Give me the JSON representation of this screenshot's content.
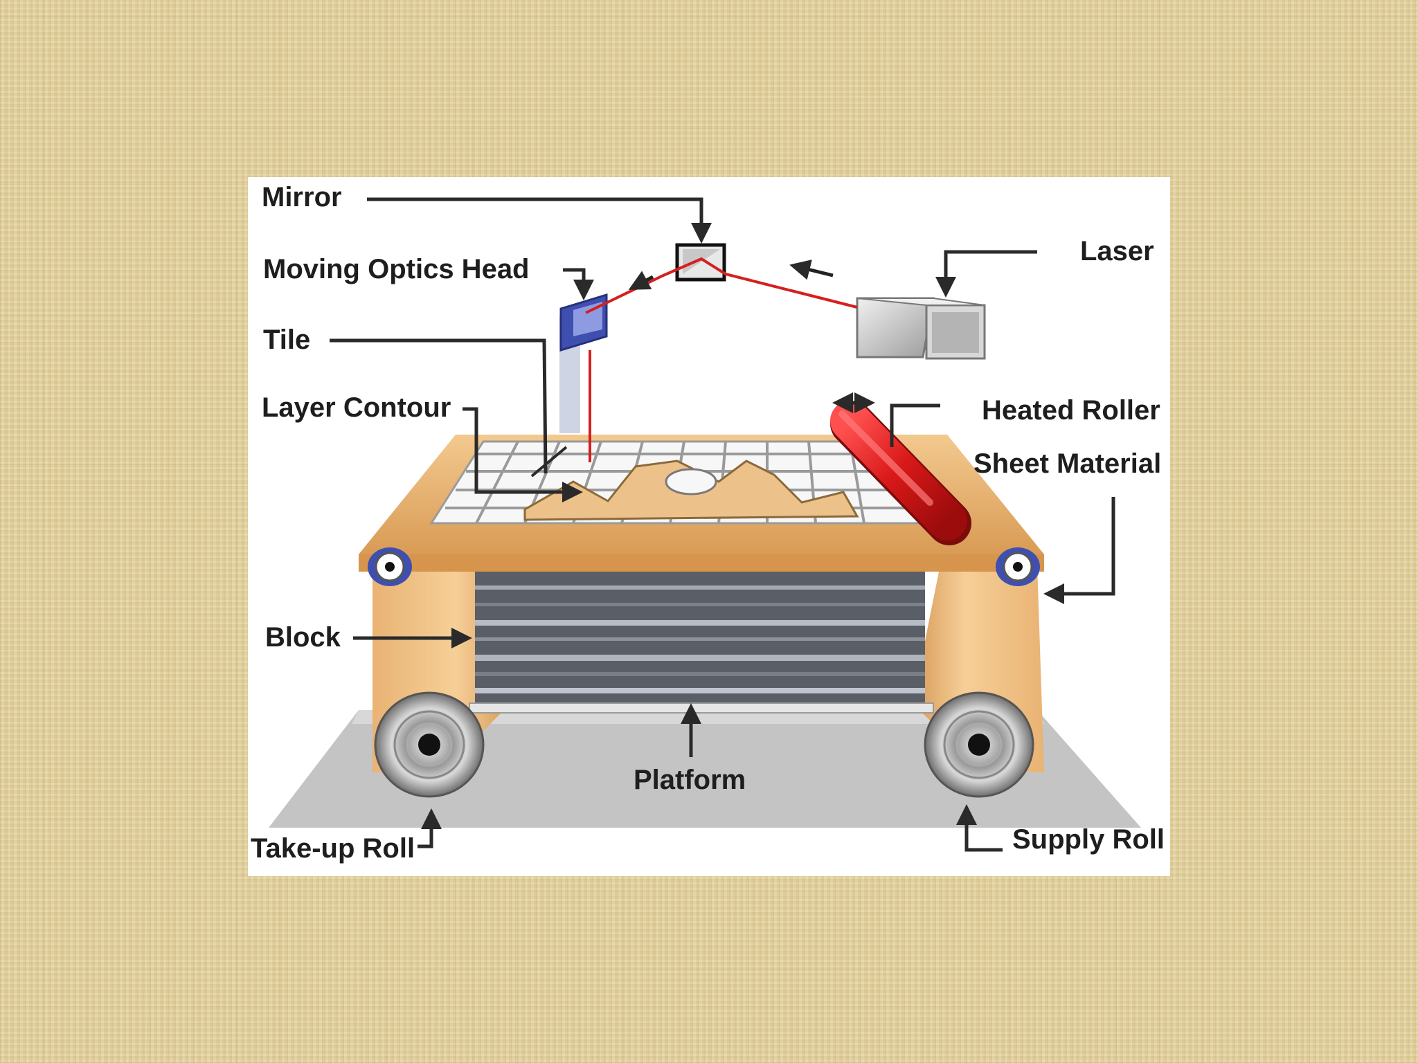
{
  "diagram": {
    "labels": {
      "mirror": "Mirror",
      "moving_optics_head": "Moving Optics Head",
      "tile": "Tile",
      "layer_contour": "Layer Contour",
      "laser": "Laser",
      "heated_roller": "Heated Roller",
      "sheet_material": "Sheet Material",
      "block": "Block",
      "platform": "Platform",
      "take_up_roll": "Take-up Roll",
      "supply_roll": "Supply Roll"
    },
    "colors": {
      "laser_beam": "#d42020",
      "heated_roller": "#d81818",
      "sheet_material": "#e8b070",
      "optics_head": "#3f4fb0",
      "platform": "#c4c4c4"
    }
  }
}
